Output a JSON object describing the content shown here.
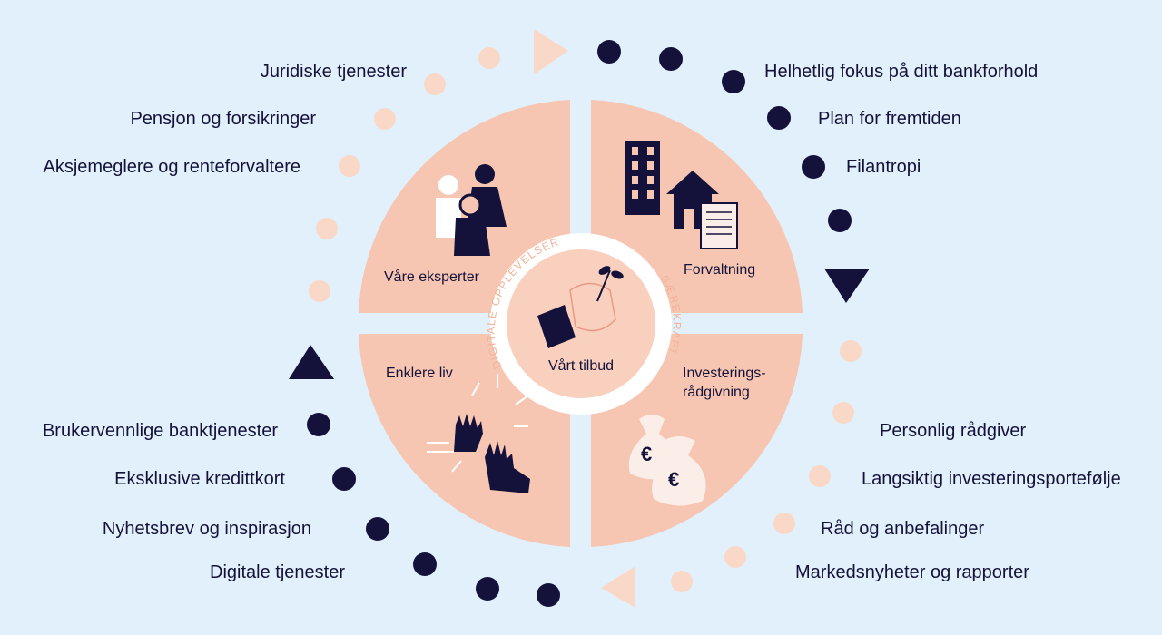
{
  "center": {
    "title": "Vårt tilbud",
    "ring_left": "DIGITALE OPPLEVELSER",
    "ring_right": "BÆREKRAFT"
  },
  "quadrants": {
    "top_left": "Våre eksperter",
    "top_right": "Forvaltning",
    "bottom_left": "Enklere liv",
    "bottom_right_line1": "Investerings-",
    "bottom_right_line2": "rådgivning"
  },
  "labels": {
    "top_left": [
      "Juridiske tjenester",
      "Pensjon og forsikringer",
      "Aksjemeglere og renteforvaltere"
    ],
    "top_right": [
      "Helhetlig fokus på ditt bankforhold",
      "Plan for fremtiden",
      "Filantropi"
    ],
    "bottom_left": [
      "Brukervennlige banktjenester",
      "Eksklusive kredittkort",
      "Nyhetsbrev og inspirasjon",
      "Digitale tjenester"
    ],
    "bottom_right": [
      "Personlig rådgiver",
      "Langsiktig investeringsportefølje",
      "Råd og anbefalinger",
      "Markedsnyheter og rapporter"
    ]
  },
  "icons": {
    "top_left": "people-icon",
    "top_right": "building-house-document-icon",
    "bottom_left": "high-five-icon",
    "bottom_right": "money-bags-icon",
    "center": "hand-with-plant-icon",
    "currency_symbol": "€"
  },
  "colors": {
    "background": "#e1f0fa",
    "navy": "#14123a",
    "peach": "#f7c6b2",
    "light_peach": "#fad8c8",
    "white": "#ffffff"
  }
}
